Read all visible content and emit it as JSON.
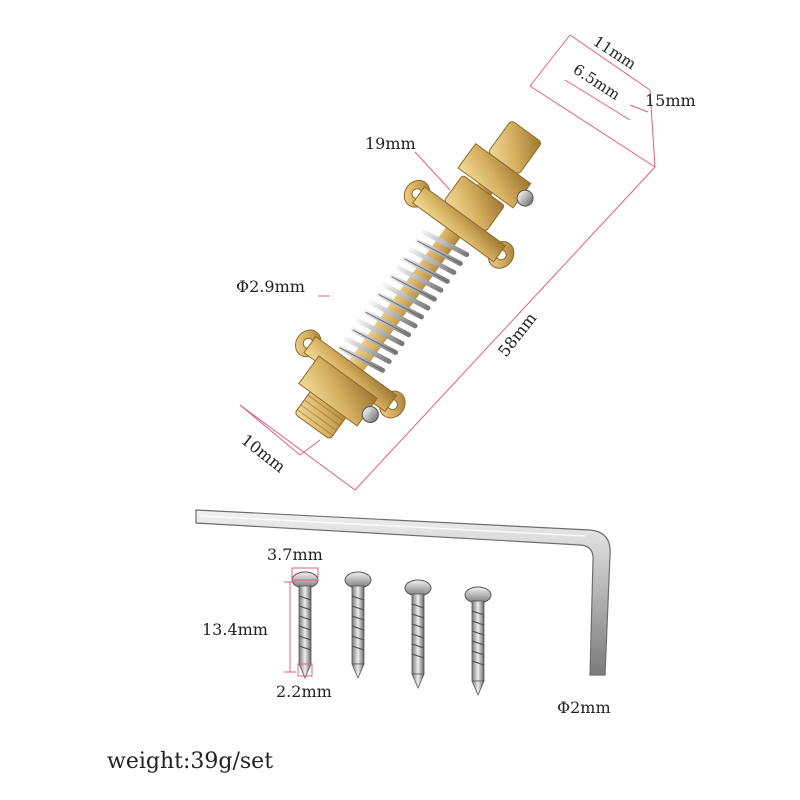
{
  "labels": {
    "d_11": "11mm",
    "d_6_5": "6.5mm",
    "d_15": "15mm",
    "d_19": "19mm",
    "d_phi29": "Φ2.9mm",
    "d_58": "58mm",
    "d_10": "10mm",
    "d_3_7": "3.7mm",
    "d_13_4": "13.4mm",
    "d_2_2": "2.2mm",
    "d_phi2": "Φ2mm"
  },
  "caption": "weight:39g/set",
  "colors": {
    "dimension_line": "#e0607a",
    "brass": "#d4ae5e",
    "brass_dark": "#a9823a",
    "steel": "#c8c8c8",
    "steel_dark": "#8a8a8a"
  }
}
